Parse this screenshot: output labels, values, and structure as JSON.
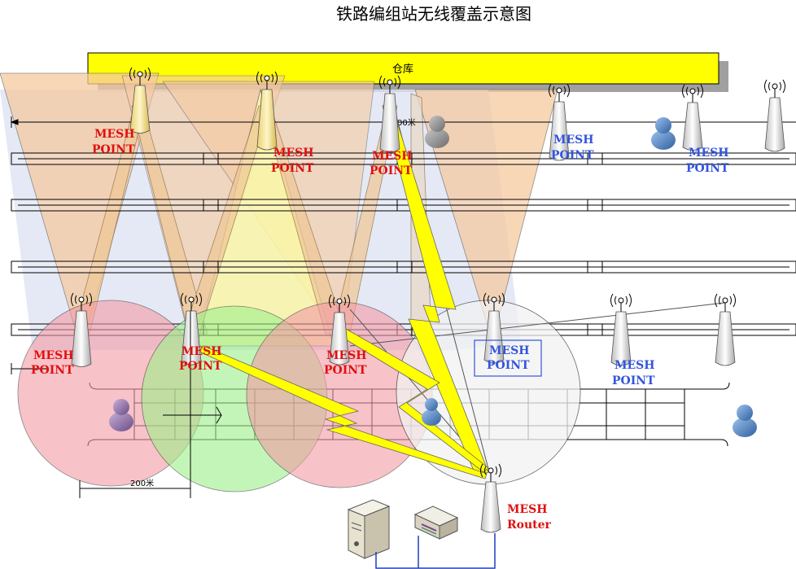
{
  "title": "铁路编组站无线覆盖示意图",
  "warehouse_label": "仓库",
  "mesh_point_line1": "MESH",
  "mesh_point_line2": "POINT",
  "mesh_router_line1": "MESH",
  "mesh_router_line2": "Router",
  "distance_label": "200米",
  "distance_label_partial": "00米",
  "colors": {
    "red_label": "#e01010",
    "blue_label": "#3355dd",
    "warehouse_fill": "#ffff00",
    "cone_fill": "#f6caa0",
    "pink_circle": "#f39aa5",
    "green_circle": "#9ef08a",
    "bolt": "#ffff00"
  }
}
